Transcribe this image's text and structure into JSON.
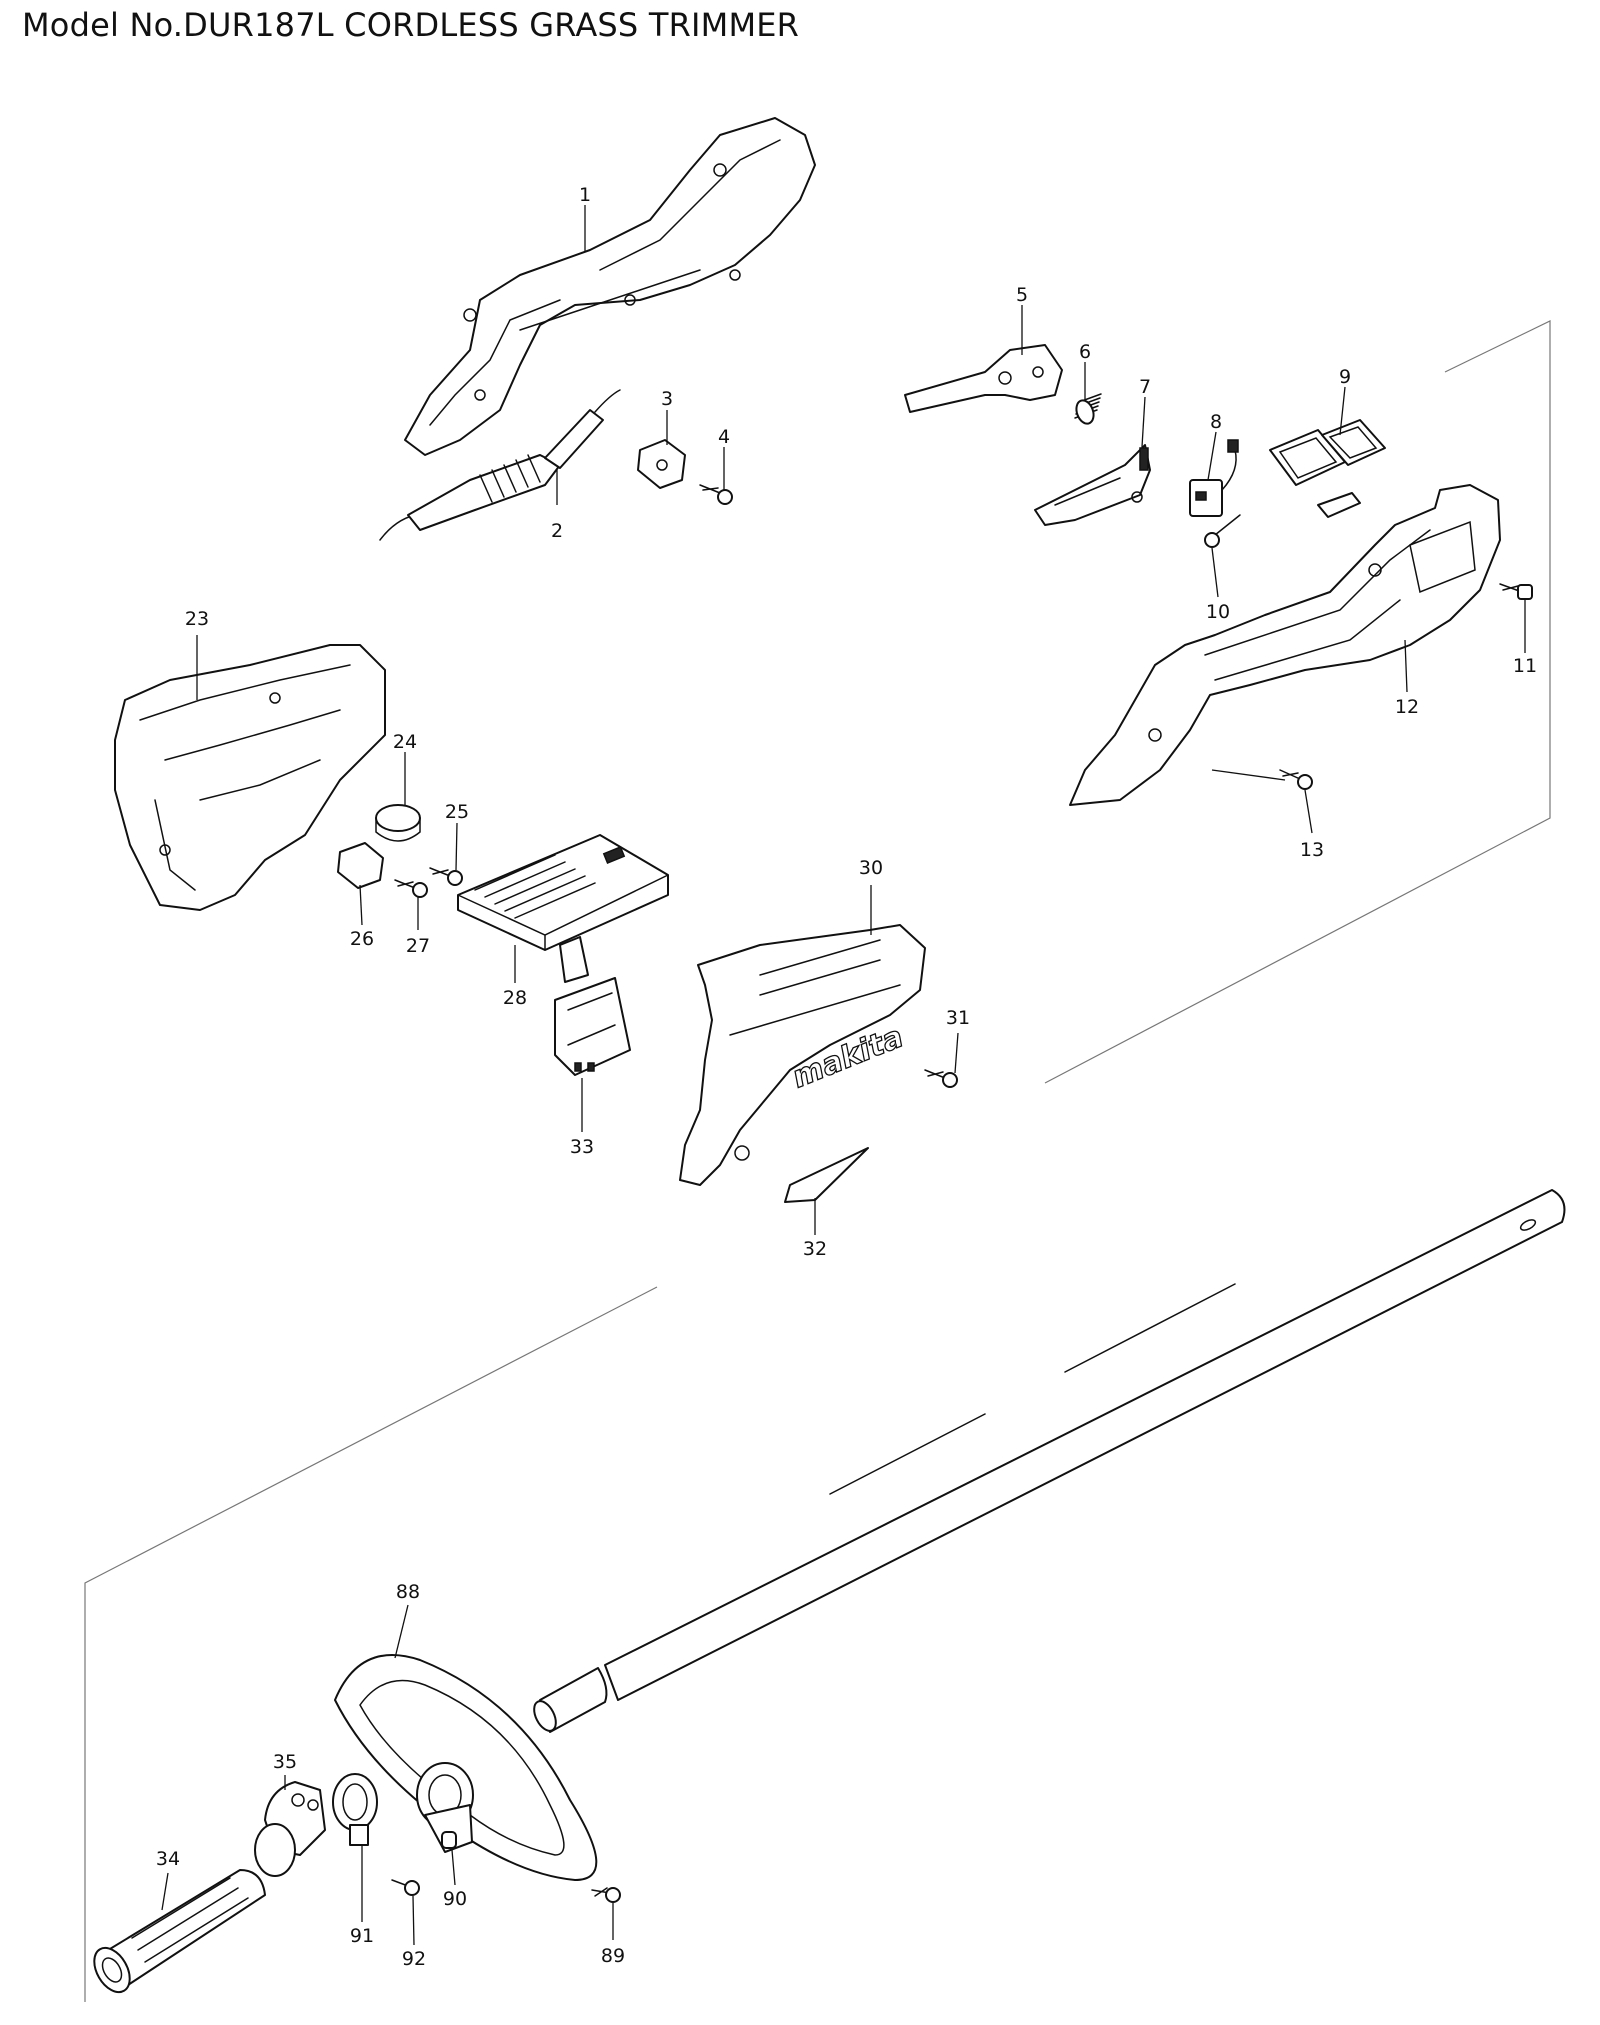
{
  "title": "Model No.DUR187L CORDLESS GRASS TRIMMER",
  "callouts": [
    "1",
    "2",
    "3",
    "4",
    "5",
    "6",
    "7",
    "8",
    "9",
    "10",
    "11",
    "12",
    "13",
    "23",
    "24",
    "25",
    "26",
    "27",
    "28",
    "30",
    "31",
    "32",
    "33",
    "34",
    "35",
    "88",
    "89",
    "90",
    "91",
    "92"
  ],
  "logo_text": "makita"
}
